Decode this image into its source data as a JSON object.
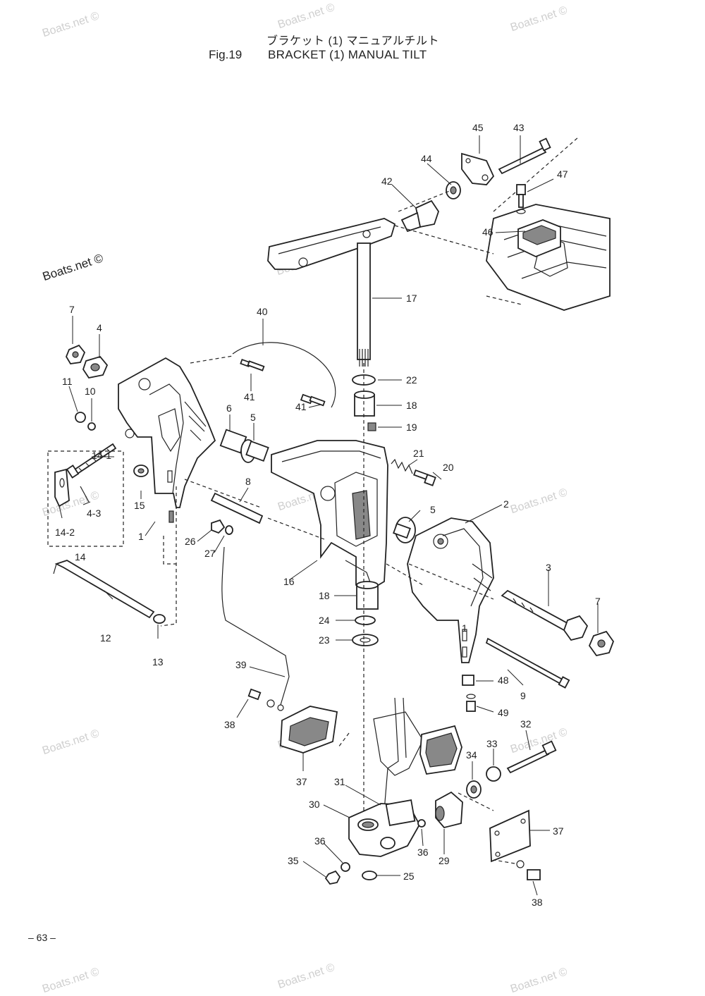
{
  "header": {
    "jp_title": "ブラケット (1) マニュアルチルト",
    "fig_number": "Fig.19",
    "en_title": "BRACKET (1) MANUAL TILT"
  },
  "page_number": "– 63 –",
  "watermarks": {
    "faint": "Boats.net ©",
    "prominent": "Boats.net ©"
  },
  "callouts": [
    {
      "id": "c45",
      "text": "45"
    },
    {
      "id": "c43",
      "text": "43"
    },
    {
      "id": "c44",
      "text": "44"
    },
    {
      "id": "c47",
      "text": "47"
    },
    {
      "id": "c42",
      "text": "42"
    },
    {
      "id": "c46",
      "text": "46"
    },
    {
      "id": "c17",
      "text": "17"
    },
    {
      "id": "c7a",
      "text": "7"
    },
    {
      "id": "c4",
      "text": "4"
    },
    {
      "id": "c40",
      "text": "40"
    },
    {
      "id": "c11",
      "text": "11"
    },
    {
      "id": "c10",
      "text": "10"
    },
    {
      "id": "c22",
      "text": "22"
    },
    {
      "id": "c41a",
      "text": "41"
    },
    {
      "id": "c6",
      "text": "6"
    },
    {
      "id": "c5a",
      "text": "5"
    },
    {
      "id": "c41b",
      "text": "41"
    },
    {
      "id": "c18a",
      "text": "18"
    },
    {
      "id": "c19",
      "text": "19"
    },
    {
      "id": "c21",
      "text": "21"
    },
    {
      "id": "c20",
      "text": "20"
    },
    {
      "id": "c14-1",
      "text": "14-1"
    },
    {
      "id": "c15",
      "text": "15"
    },
    {
      "id": "c4-3",
      "text": "4-3"
    },
    {
      "id": "c8",
      "text": "8"
    },
    {
      "id": "c5b",
      "text": "5"
    },
    {
      "id": "c2",
      "text": "2"
    },
    {
      "id": "c14-2",
      "text": "14-2"
    },
    {
      "id": "c1a",
      "text": "1"
    },
    {
      "id": "c26",
      "text": "26"
    },
    {
      "id": "c27",
      "text": "27"
    },
    {
      "id": "c14",
      "text": "14"
    },
    {
      "id": "c16",
      "text": "16"
    },
    {
      "id": "c3",
      "text": "3"
    },
    {
      "id": "c7b",
      "text": "7"
    },
    {
      "id": "c18b",
      "text": "18"
    },
    {
      "id": "c1b",
      "text": "1"
    },
    {
      "id": "c12",
      "text": "12"
    },
    {
      "id": "c24",
      "text": "24"
    },
    {
      "id": "c23",
      "text": "23"
    },
    {
      "id": "c13",
      "text": "13"
    },
    {
      "id": "c39",
      "text": "39"
    },
    {
      "id": "c48",
      "text": "48"
    },
    {
      "id": "c9",
      "text": "9"
    },
    {
      "id": "c49",
      "text": "49"
    },
    {
      "id": "c38a",
      "text": "38"
    },
    {
      "id": "c32",
      "text": "32"
    },
    {
      "id": "c33",
      "text": "33"
    },
    {
      "id": "c34",
      "text": "34"
    },
    {
      "id": "c37a",
      "text": "37"
    },
    {
      "id": "c31",
      "text": "31"
    },
    {
      "id": "c30",
      "text": "30"
    },
    {
      "id": "c37b",
      "text": "37"
    },
    {
      "id": "c36a",
      "text": "36"
    },
    {
      "id": "c36b",
      "text": "36"
    },
    {
      "id": "c29",
      "text": "29"
    },
    {
      "id": "c35",
      "text": "35"
    },
    {
      "id": "c25",
      "text": "25"
    },
    {
      "id": "c38b",
      "text": "38"
    }
  ]
}
